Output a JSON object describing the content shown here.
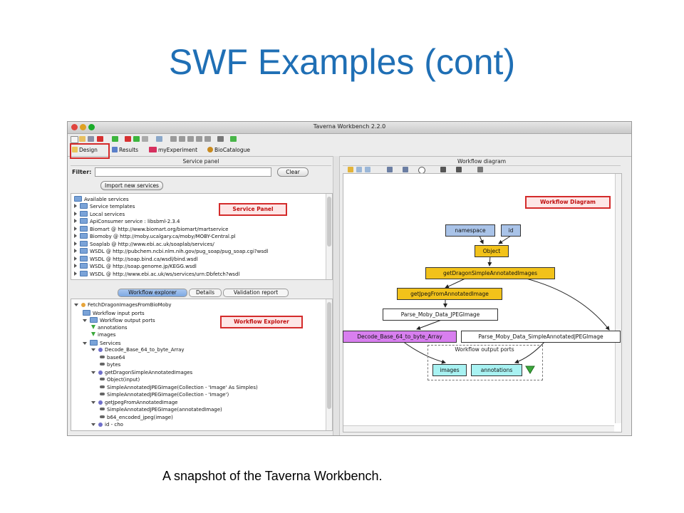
{
  "slide": {
    "title": "SWF Examples (cont)",
    "caption": "A snapshot of the Taverna Workbench."
  },
  "window": {
    "title": "Taverna Workbench 2.2.0"
  },
  "perspectives": [
    {
      "label": "Design",
      "icon": "design-icon"
    },
    {
      "label": "Results",
      "icon": "results-icon"
    },
    {
      "label": "myExperiment",
      "icon": "myexperiment-icon"
    },
    {
      "label": "BioCatalogue",
      "icon": "biocatalogue-icon"
    }
  ],
  "service_panel": {
    "title": "Service panel",
    "filter_label": "Filter:",
    "clear_label": "Clear",
    "import_label": "Import new services",
    "annotation": "Service Panel",
    "root": "Available services",
    "items": [
      "Service templates",
      "Local services",
      "ApiConsumer service : libsbml-2.3.4",
      "Biomart @ http://www.biomart.org/biomart/martservice",
      "Biomoby @ http://moby.ucalgary.ca/moby/MOBY-Central.pl",
      "Soaplab @ http://www.ebi.ac.uk/soaplab/services/",
      "WSDL @ http://pubchem.ncbi.nlm.nih.gov/pug_soap/pug_soap.cgi?wsdl",
      "WSDL @ http://soap.bind.ca/wsdl/bind.wsdl",
      "WSDL @ http://soap.genome.jp/KEGG.wsdl",
      "WSDL @ http://www.ebi.ac.uk/ws/services/urn:Dbfetch?wsdl"
    ]
  },
  "explorer": {
    "tabs": [
      "Workflow explorer",
      "Details",
      "Validation report"
    ],
    "annotation": "Workflow Explorer",
    "items": [
      {
        "text": "FetchDragonImagesFromBioMoby",
        "indent": 0,
        "icon": "workflow"
      },
      {
        "text": "Workflow input ports",
        "indent": 1,
        "icon": "folder"
      },
      {
        "text": "Workflow output ports",
        "indent": 1,
        "icon": "folder"
      },
      {
        "text": "annotations",
        "indent": 2,
        "icon": "port"
      },
      {
        "text": "images",
        "indent": 2,
        "icon": "port"
      },
      {
        "text": "Services",
        "indent": 1,
        "icon": "folder"
      },
      {
        "text": "Decode_Base_64_to_byte_Array",
        "indent": 2,
        "icon": "service"
      },
      {
        "text": "base64",
        "indent": 3,
        "icon": "key"
      },
      {
        "text": "bytes",
        "indent": 3,
        "icon": "key"
      },
      {
        "text": "getDragonSimpleAnnotatedImages",
        "indent": 2,
        "icon": "service"
      },
      {
        "text": "Object(input)",
        "indent": 3,
        "icon": "key"
      },
      {
        "text": "SimpleAnnotatedJPEGImage(Collection - 'Image' As Simples)",
        "indent": 3,
        "icon": "key"
      },
      {
        "text": "SimpleAnnotatedJPEGImage(Collection - 'Image')",
        "indent": 3,
        "icon": "key"
      },
      {
        "text": "getJpegFromAnnotatedImage",
        "indent": 2,
        "icon": "service"
      },
      {
        "text": "SimpleAnnotatedJPEGImage(annotatedImage)",
        "indent": 3,
        "icon": "key"
      },
      {
        "text": "b64_encoded_jpeg(image)",
        "indent": 3,
        "icon": "key"
      },
      {
        "text": "id - cho",
        "indent": 2,
        "icon": "service"
      }
    ]
  },
  "diagram": {
    "title": "Workflow diagram",
    "annotation": "Workflow Diagram",
    "output_ports_label": "Workflow output ports",
    "nodes": {
      "namespace": "namespace",
      "id": "id",
      "object": "Object",
      "get_dragon": "getDragonSimpleAnnotatedImages",
      "get_jpeg": "getJpegFromAnnotatedImage",
      "parse_jpeg": "Parse_Moby_Data_JPEGImage",
      "decode": "Decode_Base_64_to_byte_Array",
      "parse_simple": "Parse_Moby_Data_SimpleAnnotatedJPEGImage",
      "images": "images",
      "annotations": "annotations"
    }
  },
  "colors": {
    "title_blue": "#1f6fb5",
    "annotation_red": "#d42b2b",
    "node_yellow": "#f2c21a",
    "node_blue": "#a9c3e8",
    "node_purple": "#d87fef",
    "node_cyan": "#a8f2f2"
  }
}
